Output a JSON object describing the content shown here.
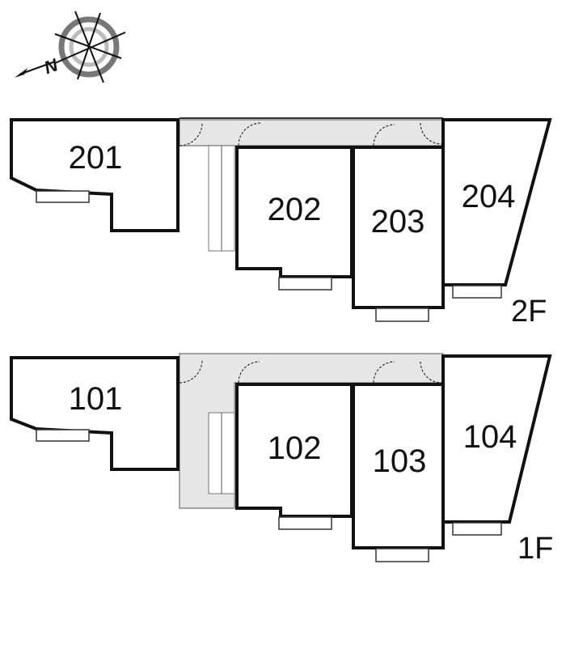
{
  "compass": {
    "label": "N",
    "icon": "compass-icon"
  },
  "floors": [
    {
      "label": "2F",
      "units": [
        "201",
        "202",
        "203",
        "204"
      ]
    },
    {
      "label": "1F",
      "units": [
        "101",
        "102",
        "103",
        "104"
      ]
    }
  ]
}
